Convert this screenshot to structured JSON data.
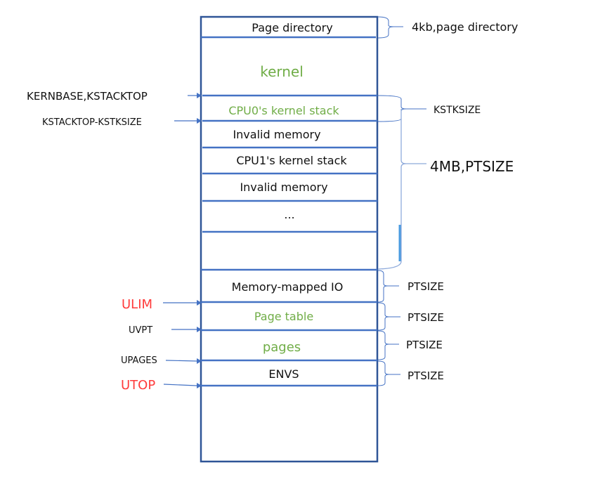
{
  "regions": [
    {
      "label": "Page directory",
      "color": "#111111"
    },
    {
      "label": "kernel",
      "color": "#70ad47"
    },
    {
      "label": "CPU0's kernel stack",
      "color": "#70ad47"
    },
    {
      "label": "Invalid memory",
      "color": "#111111"
    },
    {
      "label": "CPU1's kernel stack",
      "color": "#111111"
    },
    {
      "label": "Invalid memory",
      "color": "#111111"
    },
    {
      "label": "...",
      "color": "#111111"
    },
    {
      "label": "Memory-mapped IO",
      "color": "#111111"
    },
    {
      "label": "Page table",
      "color": "#70ad47"
    },
    {
      "label": "pages",
      "color": "#70ad47"
    },
    {
      "label": "ENVS",
      "color": "#111111"
    }
  ],
  "left_labels": [
    {
      "label": "KERNBASE,KSTACKTOP",
      "color": "#111111"
    },
    {
      "label": "KSTACKTOP-KSTKSIZE",
      "color": "#111111"
    },
    {
      "label": "ULIM",
      "color": "#ff3b3b"
    },
    {
      "label": "UVPT",
      "color": "#111111"
    },
    {
      "label": "UPAGES",
      "color": "#111111"
    },
    {
      "label": "UTOP",
      "color": "#ff3b3b"
    }
  ],
  "right_labels": [
    {
      "label": "4kb,page directory"
    },
    {
      "label": "KSTKSIZE"
    },
    {
      "label": "4MB,PTSIZE"
    },
    {
      "label": "PTSIZE"
    },
    {
      "label": "PTSIZE"
    },
    {
      "label": "PTSIZE"
    },
    {
      "label": "PTSIZE"
    }
  ],
  "colors": {
    "line": "#4472c4",
    "border": "#2f5597",
    "accent_green": "#70ad47",
    "accent_red": "#ff3b3b"
  }
}
